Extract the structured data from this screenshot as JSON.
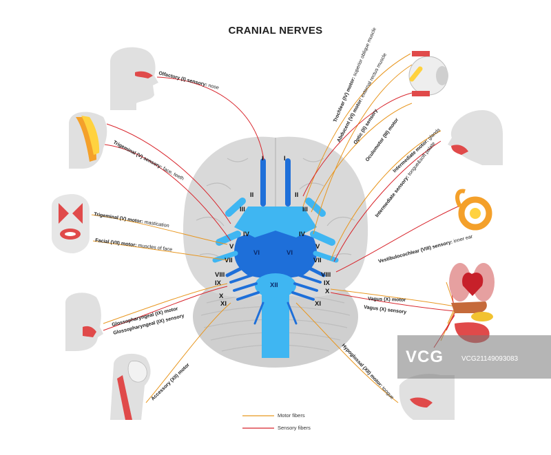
{
  "title": "CRANIAL NERVES",
  "colors": {
    "motor": "#e8961e",
    "sensory": "#d8232a",
    "brain": "#d9d9d9",
    "nerve_light": "#3fb6f2",
    "nerve_dark": "#1e6fd9",
    "organ_red": "#e04a4a"
  },
  "labels": {
    "olfactory": {
      "name": "Olfactory (I) sensory:",
      "desc": "nose"
    },
    "trigeminal_sensory": {
      "name": "Trigeminal (V) sensory:",
      "desc": "face, teeth"
    },
    "trigeminal_motor": {
      "name": "Trigeminal (V) motor:",
      "desc": "mastication"
    },
    "facial_motor": {
      "name": "Facial (VII) motor:",
      "desc": "muscles of face"
    },
    "glosso_motor": {
      "name": "Glossopharyngeal (IX) motor",
      "desc": ""
    },
    "glosso_sensory": {
      "name": "Glossopharyngeal (IX) sensory",
      "desc": ""
    },
    "accessory_motor": {
      "name": "Accessory (XII) motor",
      "desc": ""
    },
    "trochlear_motor": {
      "name": "Trochlear (IV) motor:",
      "desc": "superior oblique muscle"
    },
    "abducent_motor": {
      "name": "Abducent (VI) motor:",
      "desc": "external rectus muscle"
    },
    "optic_sensory": {
      "name": "Optic (II) sensory",
      "desc": ""
    },
    "oculomotor_motor": {
      "name": "Oculomotor (III) motor",
      "desc": ""
    },
    "intermediate_motor": {
      "name": "Intermediate motor:",
      "desc": "glands"
    },
    "intermediate_sensory": {
      "name": "Intermediate sensory:",
      "desc": "tongue&soft palate"
    },
    "vestibulo_sensory": {
      "name": "Vestibulocochlear (VIII) sensory:",
      "desc": "inner ear"
    },
    "vagus_motor": {
      "name": "Vagus (X) motor",
      "desc": ""
    },
    "vagus_sensory": {
      "name": "Vagus (X) sensory",
      "desc": ""
    },
    "hypoglossal_motor": {
      "name": "Hypoglossal (XII) motor:",
      "desc": "tongue"
    }
  },
  "numerals": {
    "I": "I",
    "II": "II",
    "III": "III",
    "IV": "IV",
    "V": "V",
    "VI": "VI",
    "VII": "VII",
    "VIII": "VIII",
    "IX": "IX",
    "X": "X",
    "XI": "XI",
    "XII": "XII"
  },
  "legend": {
    "motor": "Motor fibers",
    "sensory": "Sensory fibers"
  },
  "watermark": {
    "logo": "VCG",
    "id": "VCG21149093083"
  }
}
